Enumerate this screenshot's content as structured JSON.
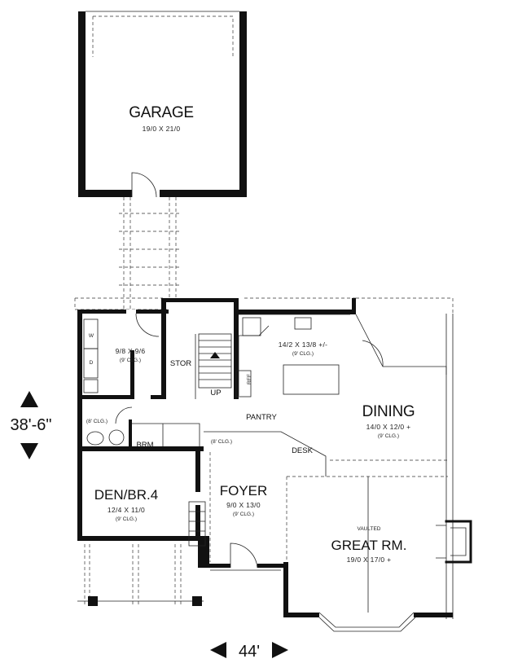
{
  "plan": {
    "rooms": {
      "garage": {
        "name": "GARAGE",
        "dims": "19/0 X 21/0"
      },
      "laundry": {
        "dims": "9/8 X 9/6",
        "ceiling": "(9' CLG.)",
        "washer": "W",
        "dryer": "D"
      },
      "stor": {
        "name": "STOR"
      },
      "stair": {
        "label": "UP"
      },
      "kitchen": {
        "dims": "14/2 X 13/8 +/-",
        "ceiling": "(9' CLG.)",
        "ref": "REF"
      },
      "dining": {
        "name": "DINING",
        "dims": "14/0 X 12/0 +",
        "ceiling": "(9' CLG.)"
      },
      "pantry": {
        "name": "PANTRY"
      },
      "desk": {
        "name": "DESK"
      },
      "hall": {
        "ceiling": "(8' CLG.)"
      },
      "bath": {
        "ceiling": "(8' CLG.)"
      },
      "brm": {
        "name": "BRM"
      },
      "den": {
        "name": "DEN/BR.4",
        "dims": "12/4 X 11/0",
        "ceiling": "(9' CLG.)"
      },
      "foyer": {
        "name": "FOYER",
        "dims": "9/0 X 13/0",
        "ceiling": "(9' CLG.)"
      },
      "great": {
        "vaulted": "VAULTED",
        "name": "GREAT RM.",
        "dims": "19/0 X 17/0 +"
      }
    },
    "overall": {
      "depth": "38'-6\"",
      "width": "44'"
    }
  }
}
